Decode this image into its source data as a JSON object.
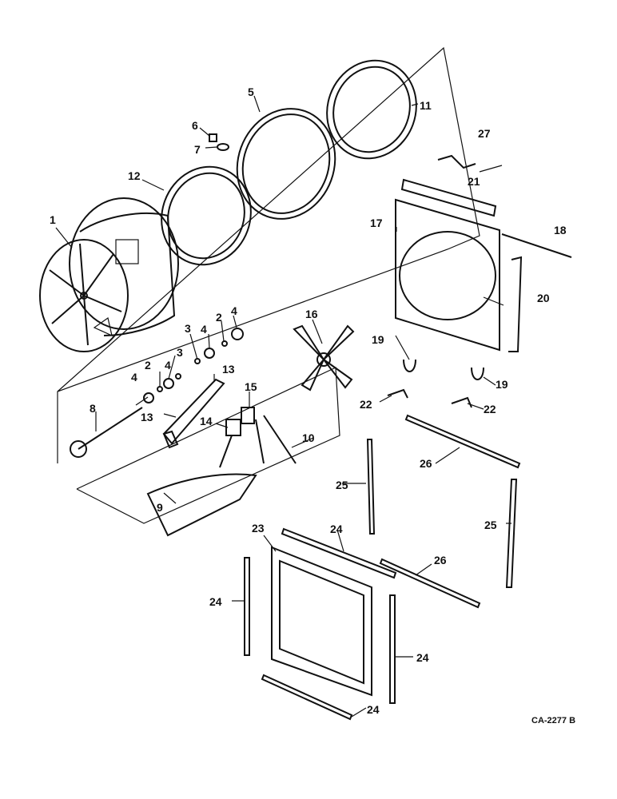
{
  "diagram": {
    "drawing_code": "CA-2277  B",
    "callouts": {
      "c1": "1",
      "c2a": "2",
      "c2b": "2",
      "c3a": "3",
      "c3b": "3",
      "c4a": "4",
      "c4b": "4",
      "c4c": "4",
      "c4d": "4",
      "c5": "5",
      "c6": "6",
      "c7": "7",
      "c8": "8",
      "c9": "9",
      "c10": "10",
      "c11": "11",
      "c12": "12",
      "c13a": "13",
      "c13b": "13",
      "c14": "14",
      "c15": "15",
      "c16": "16",
      "c17": "17",
      "c18": "18",
      "c19a": "19",
      "c19b": "19",
      "c20": "20",
      "c21": "21",
      "c22a": "22",
      "c22b": "22",
      "c23": "23",
      "c24a": "24",
      "c24b": "24",
      "c24c": "24",
      "c24d": "24",
      "c25a": "25",
      "c25b": "25",
      "c26a": "26",
      "c26b": "26",
      "c27": "27"
    }
  }
}
